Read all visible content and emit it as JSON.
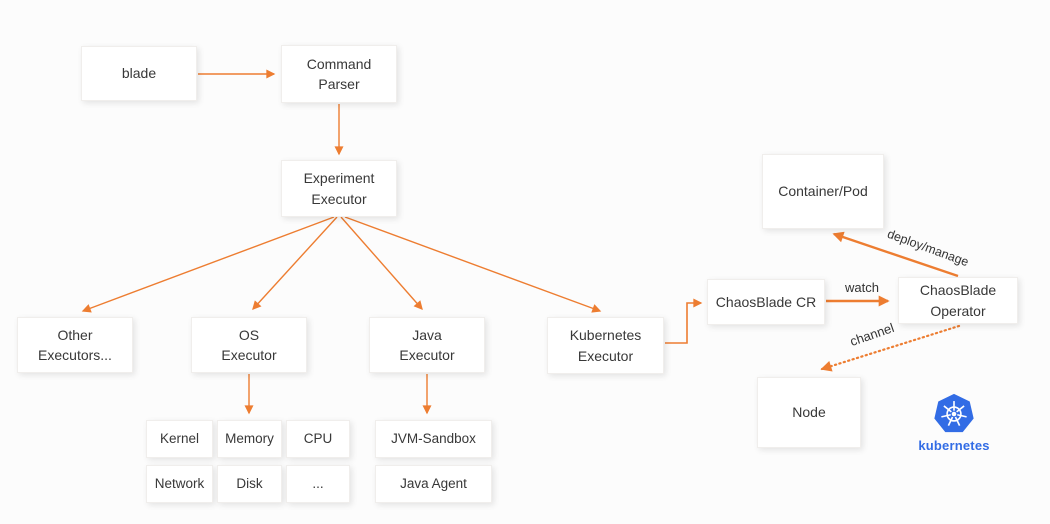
{
  "colors": {
    "accent": "#ED7D31",
    "kubernetes_blue": "#326CE5",
    "box_text": "#383838",
    "background": "#FCFCFC"
  },
  "nodes": {
    "blade": {
      "label": "blade"
    },
    "command_parser": {
      "label": "Command\nParser"
    },
    "experiment_executor": {
      "label": "Experiment\nExecutor"
    },
    "other_executors": {
      "label": "Other\nExecutors..."
    },
    "os_executor": {
      "label": "OS\nExecutor"
    },
    "java_executor": {
      "label": "Java\nExecutor"
    },
    "kubernetes_executor": {
      "label": "Kubernetes\nExecutor"
    },
    "chaosblade_cr": {
      "label": "ChaosBlade CR"
    },
    "container_pod": {
      "label": "Container/Pod"
    },
    "chaosblade_operator": {
      "label": "ChaosBlade\nOperator"
    },
    "node": {
      "label": "Node"
    },
    "kernel": {
      "label": "Kernel"
    },
    "memory": {
      "label": "Memory"
    },
    "cpu": {
      "label": "CPU"
    },
    "network": {
      "label": "Network"
    },
    "disk": {
      "label": "Disk"
    },
    "more": {
      "label": "..."
    },
    "jvm_sandbox": {
      "label": "JVM-Sandbox"
    },
    "java_agent": {
      "label": "Java Agent"
    }
  },
  "edge_labels": {
    "watch": "watch",
    "deploy_manage": "deploy/manage",
    "channel": "channel"
  },
  "logo": {
    "icon": "kubernetes-logo",
    "label": "kubernetes"
  }
}
